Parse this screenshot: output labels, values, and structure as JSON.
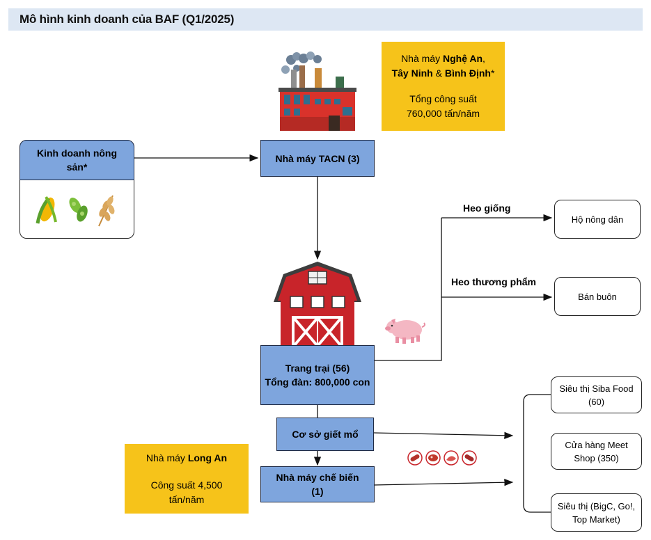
{
  "header": {
    "title": "Mô hình kinh doanh của BAF (Q1/2025)"
  },
  "factory_info": {
    "line1_prefix": "Nhà máy ",
    "line1_bold": "Nghệ An",
    "line1_suffix": ",",
    "line2_bold": "Tây Ninh",
    "line2_mid": " & ",
    "line2_bold2": "Bình Định",
    "line2_suffix": "*",
    "capacity_label": "Tổng công suất",
    "capacity_value": "760,000 tấn/năm"
  },
  "nodes": {
    "agri": "Kinh doanh nông sản*",
    "feed_mill": "Nhà máy TACN (3)",
    "farm_line1": "Trang trại (56)",
    "farm_line2": "Tổng đàn: 800,000 con",
    "slaughter": "Cơ sở giết mổ",
    "processing_line1": "Nhà máy chế biến",
    "processing_line2": "(1)",
    "households": "Hộ nông dân",
    "wholesale": "Bán buôn",
    "siba": "Siêu thị Siba Food (60)",
    "meet_shop": "Cửa hàng Meet Shop (350)",
    "supermarkets": "Siêu thị (BigC, Go!, Top Market)"
  },
  "edge_labels": {
    "breeding_pigs": "Heo giống",
    "commercial_pigs": "Heo thương phẩm"
  },
  "long_an": {
    "prefix": "Nhà máy ",
    "bold": "Long An",
    "capacity": "Công suất 4,500 tấn/năm"
  }
}
